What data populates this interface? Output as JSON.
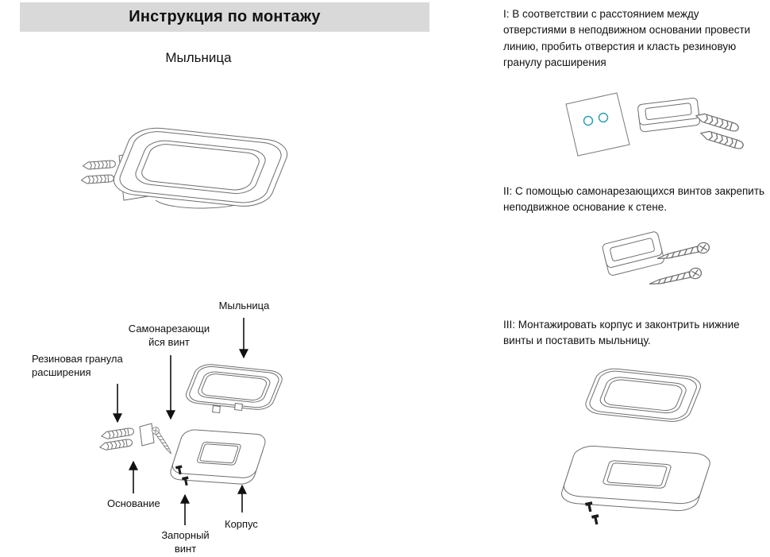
{
  "header": {
    "title": "Инструкция по монтажу"
  },
  "page": {
    "subtitle": "Мыльница"
  },
  "diagram_labels": {
    "soap_dish": "Мыльница",
    "screw_line1": "Самонарезающи",
    "screw_line2": "йся винт",
    "rubber_line1": "Резиновая гранула",
    "rubber_line2": "расширения",
    "base": "Основание",
    "lock_screw_line1": "Запорный",
    "lock_screw_line2": "винт",
    "body": "Корпус"
  },
  "steps": [
    {
      "text": "I: В соответствии с расстоянием между отверстиями в неподвижном основании провести линию, пробить отверстия и класть резиновую гранулу расширения"
    },
    {
      "text": "II: С помощью самонарезающихся винтов закрепить неподвижное основание к стене."
    },
    {
      "text": "III: Монтажировать корпус и законтрить нижние винты и поставить мыльницу."
    }
  ],
  "colors": {
    "header_bg": "#d9d9d9",
    "line_art": "#6e6e6e",
    "hole_accent": "#2e9fb5",
    "arrow": "#111111"
  }
}
